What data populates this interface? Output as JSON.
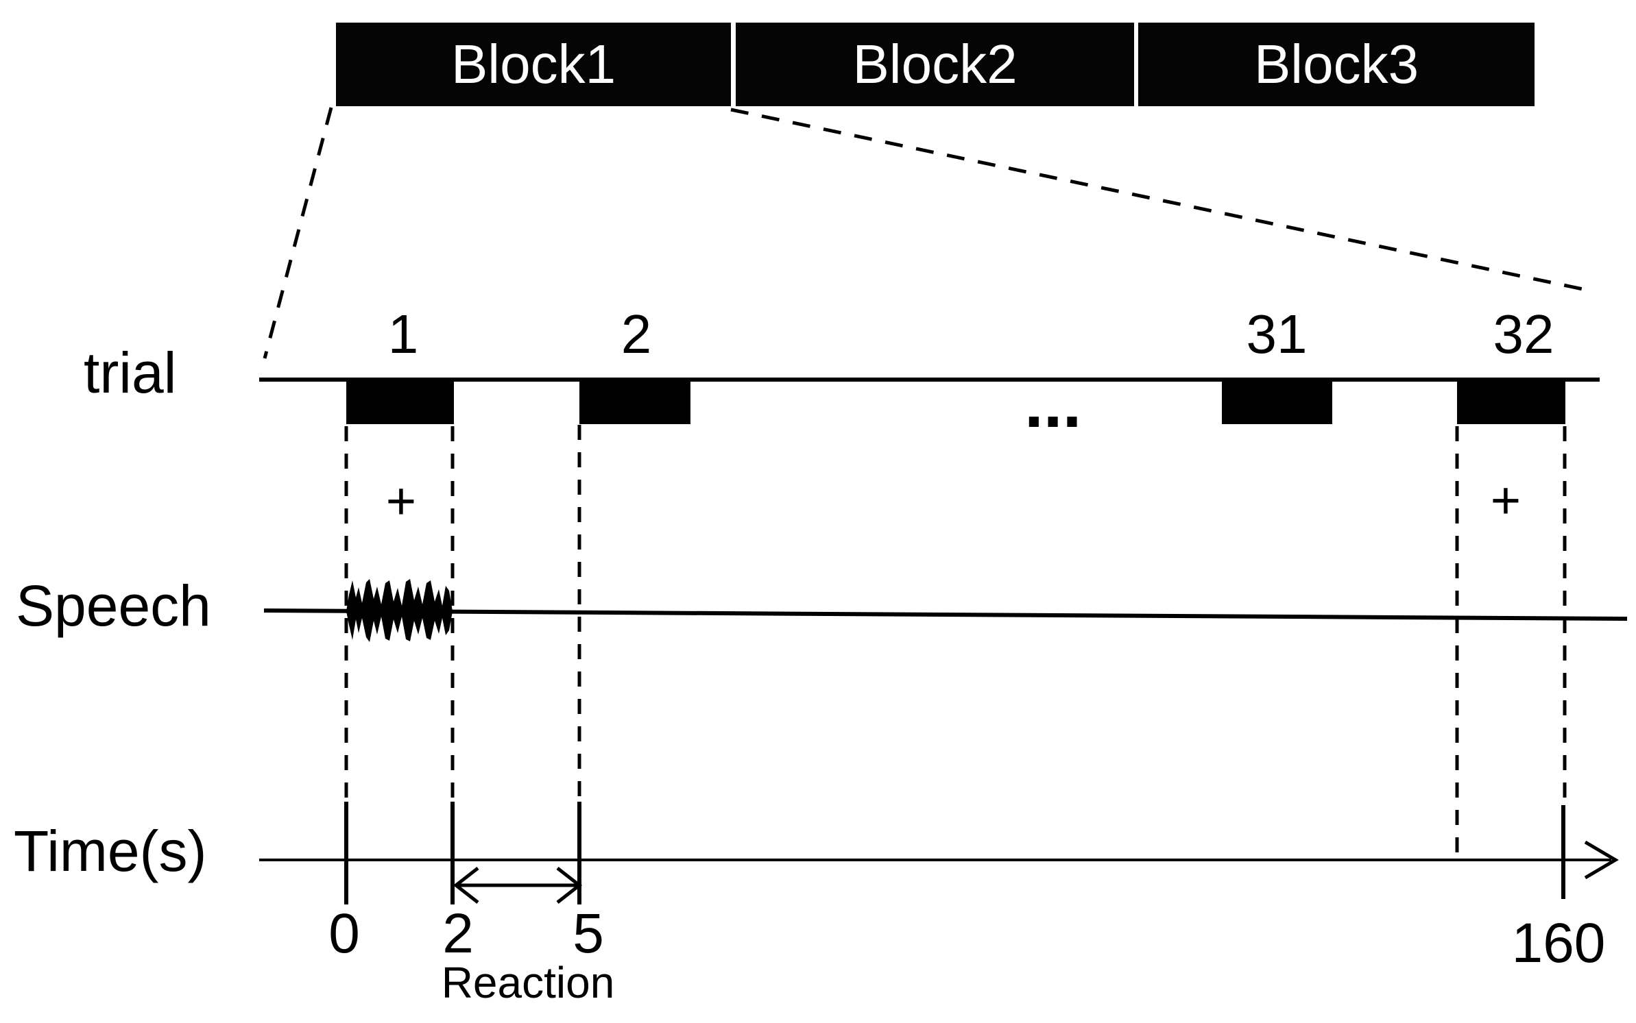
{
  "blocks": {
    "items": [
      {
        "label": "Block1"
      },
      {
        "label": "Block2"
      },
      {
        "label": "Block3"
      }
    ]
  },
  "trial_row": {
    "row_label": "trial",
    "trials": [
      {
        "number": "1"
      },
      {
        "number": "2"
      },
      {
        "number": "31"
      },
      {
        "number": "32"
      }
    ],
    "ellipsis": "...",
    "fixation_cross": "+"
  },
  "speech_row": {
    "row_label": "Speech"
  },
  "time_row": {
    "row_label": "Time(s)",
    "tick_labels": [
      "0",
      "2",
      "5",
      "160"
    ],
    "interval_label": "Reaction"
  },
  "colors": {
    "background": "#ffffff",
    "block_fill": "#050505",
    "block_text": "#ffffff",
    "line": "#000000"
  }
}
